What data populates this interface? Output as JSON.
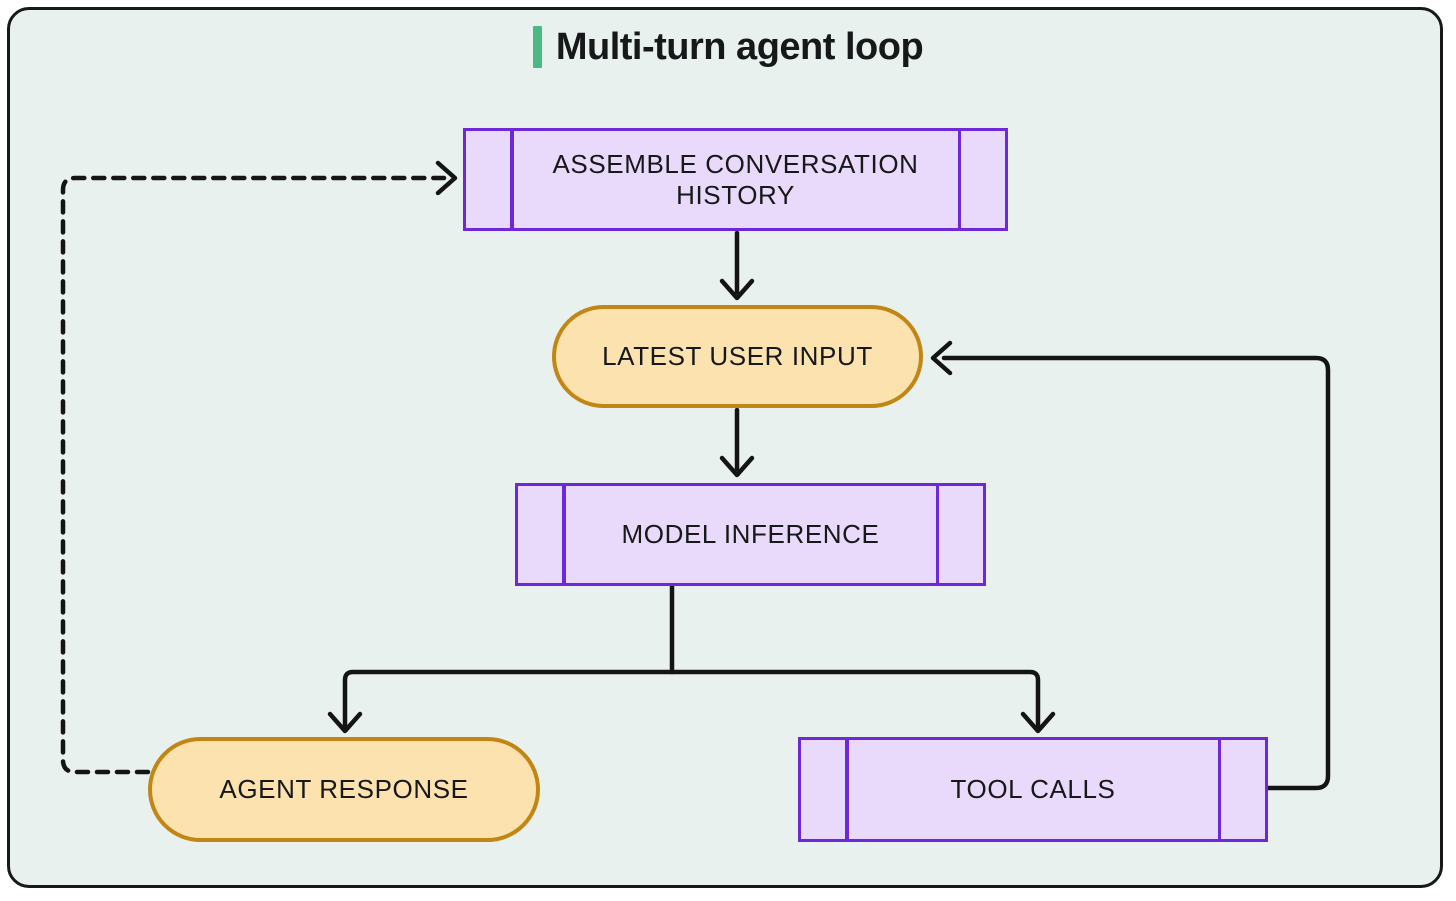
{
  "title": "Multi-turn agent loop",
  "colors": {
    "canvas_background": "#e8f1ed",
    "frame_border": "#16181a",
    "title_accent_bar": "#4bb985",
    "purple_node_fill": "#e9d9fa",
    "purple_node_border": "#6d28d9",
    "orange_node_fill": "#fbe2ae",
    "orange_node_border": "#c18613",
    "connector": "#141414",
    "text": "#16181a"
  },
  "nodes": [
    {
      "id": "assemble-conversation-history",
      "label": "ASSEMBLE CONVERSATION HISTORY",
      "shape": "subroutine",
      "style": "purple"
    },
    {
      "id": "latest-user-input",
      "label": "LATEST USER INPUT",
      "shape": "pill",
      "style": "orange"
    },
    {
      "id": "model-inference",
      "label": "MODEL INFERENCE",
      "shape": "subroutine",
      "style": "purple"
    },
    {
      "id": "agent-response",
      "label": "AGENT RESPONSE",
      "shape": "pill",
      "style": "orange"
    },
    {
      "id": "tool-calls",
      "label": "TOOL CALLS",
      "shape": "subroutine",
      "style": "purple"
    }
  ],
  "edges": [
    {
      "from": "assemble-conversation-history",
      "to": "latest-user-input",
      "line": "solid"
    },
    {
      "from": "latest-user-input",
      "to": "model-inference",
      "line": "solid"
    },
    {
      "from": "model-inference",
      "to": "agent-response",
      "line": "solid"
    },
    {
      "from": "model-inference",
      "to": "tool-calls",
      "line": "solid"
    },
    {
      "from": "agent-response",
      "to": "assemble-conversation-history",
      "line": "dashed"
    },
    {
      "from": "tool-calls",
      "to": "latest-user-input",
      "line": "solid"
    }
  ]
}
